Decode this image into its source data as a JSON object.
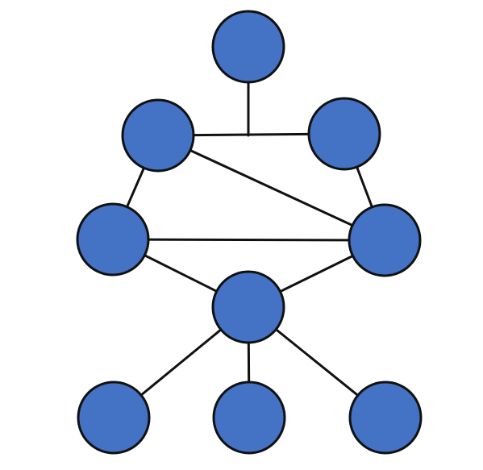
{
  "diagram": {
    "type": "network-graph",
    "node_fill": "#4472C4",
    "stroke_color": "#111111",
    "background": "#ffffff",
    "nodes": [
      {
        "id": "top"
      },
      {
        "id": "upper-left"
      },
      {
        "id": "upper-right"
      },
      {
        "id": "middle-left"
      },
      {
        "id": "middle-right"
      },
      {
        "id": "center"
      },
      {
        "id": "bottom-left"
      },
      {
        "id": "bottom-middle"
      },
      {
        "id": "bottom-right"
      }
    ],
    "edges": [
      {
        "from": "top",
        "to": "upper-left-upper-right-bar"
      },
      {
        "from": "upper-left",
        "to": "upper-right"
      },
      {
        "from": "upper-left",
        "to": "middle-left"
      },
      {
        "from": "upper-left",
        "to": "middle-right"
      },
      {
        "from": "upper-right",
        "to": "middle-right"
      },
      {
        "from": "middle-left",
        "to": "middle-right"
      },
      {
        "from": "middle-left",
        "to": "center"
      },
      {
        "from": "middle-right",
        "to": "center"
      },
      {
        "from": "center",
        "to": "bottom-left"
      },
      {
        "from": "center",
        "to": "bottom-middle"
      },
      {
        "from": "center",
        "to": "bottom-right"
      }
    ]
  }
}
